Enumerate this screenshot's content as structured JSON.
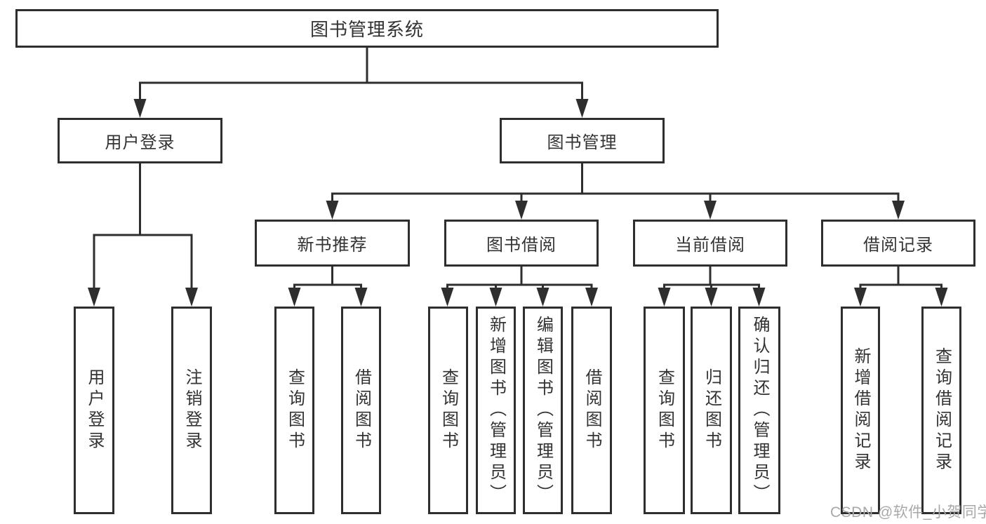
{
  "colors": {
    "line": "#2e2e2e",
    "text": "#333333",
    "background": "#ffffff",
    "watermark": "#a8a8a8"
  },
  "diagram": {
    "type": "hierarchy-tree",
    "root": "图书管理系统",
    "level2": [
      "用户登录",
      "图书管理"
    ],
    "level3": [
      "新书推荐",
      "图书借阅",
      "当前借阅",
      "借阅记录"
    ],
    "leaves": [
      "用户登录",
      "注销登录",
      "查询图书",
      "借阅图书",
      "查询图书",
      "新增图书（管理员）",
      "编辑图书（管理员）",
      "借阅图书",
      "查询图书",
      "归还图书",
      "确认归还（管理员）",
      "新增借阅记录",
      "查询借阅记录"
    ],
    "hierarchy": {
      "图书管理系统": {
        "用户登录": [
          "用户登录",
          "注销登录"
        ],
        "图书管理": {
          "新书推荐": [
            "查询图书",
            "借阅图书"
          ],
          "图书借阅": [
            "查询图书",
            "新增图书（管理员）",
            "编辑图书（管理员）",
            "借阅图书"
          ],
          "当前借阅": [
            "查询图书",
            "归还图书",
            "确认归还（管理员）"
          ],
          "借阅记录": [
            "新增借阅记录",
            "查询借阅记录"
          ]
        }
      }
    }
  },
  "watermark": "CSDN @软件_小贺同学"
}
